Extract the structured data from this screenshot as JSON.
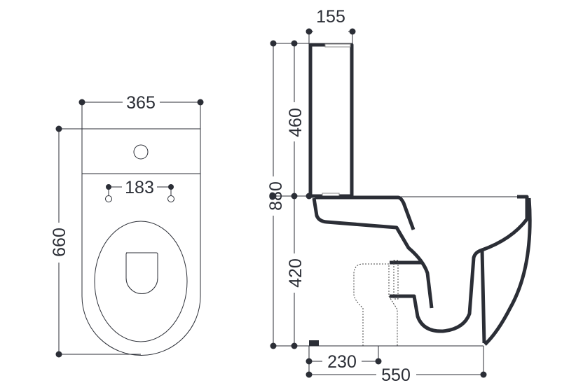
{
  "top_view": {
    "width_label": "365",
    "depth_label": "660",
    "bolt_spacing_label": "183"
  },
  "side_view": {
    "tank_width_label": "155",
    "total_height_label": "880",
    "tank_height_label": "460",
    "bowl_height_label": "420",
    "outlet_distance_label": "230",
    "total_depth_label": "550"
  },
  "colors": {
    "line": "#2b2e36"
  }
}
